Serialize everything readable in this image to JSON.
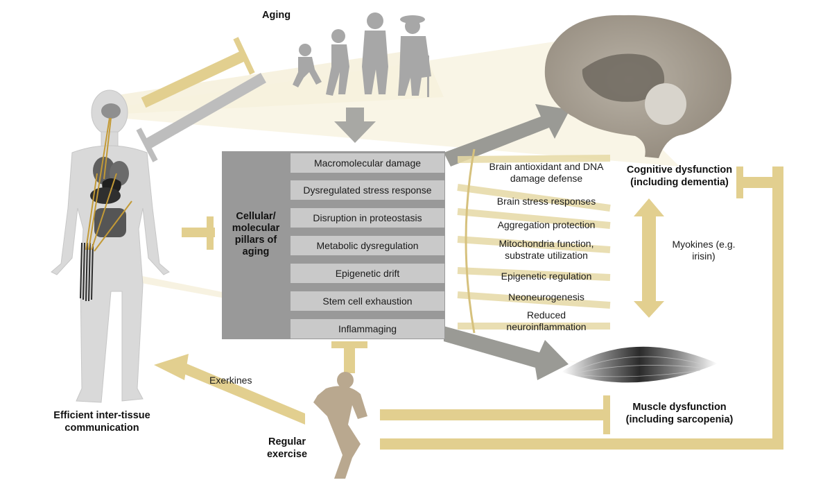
{
  "labels": {
    "aging": "Aging",
    "pillars": "Cellular/ molecular pillars of aging",
    "efficient": "Efficient inter-tissue communication",
    "regular_exercise": "Regular exercise",
    "exerkines": "Exerkines",
    "cognitive": "Cognitive dysfunction (including dementia)",
    "muscle": "Muscle dysfunction (including sarcopenia)",
    "myokines": "Myokines (e.g. irisin)"
  },
  "pillars": [
    "Macromolecular damage",
    "Dysregulated stress response",
    "Disruption in proteostasis",
    "Metabolic dysregulation",
    "Epigenetic drift",
    "Stem cell exhaustion",
    "Inflammaging"
  ],
  "mechanisms": [
    "Brain antioxidant and DNA damage defense",
    "Brain stress responses",
    "Aggregation protection",
    "Mitochondria function, substrate utilization",
    "Epigenetic regulation",
    "Neoneurogenesis",
    "Reduced neuroinflammation"
  ],
  "colors": {
    "inhibit_tan": "#e2cf8f",
    "arrow_gray": "#9a9a95",
    "pillar_box": "#999999",
    "pillar_bar": "#c9c9c9",
    "silhouette": "#a7a7a7"
  },
  "icons": [
    "human-body-icon",
    "aging-silhouettes-icon",
    "brain-icon",
    "muscle-icon",
    "runner-icon"
  ]
}
